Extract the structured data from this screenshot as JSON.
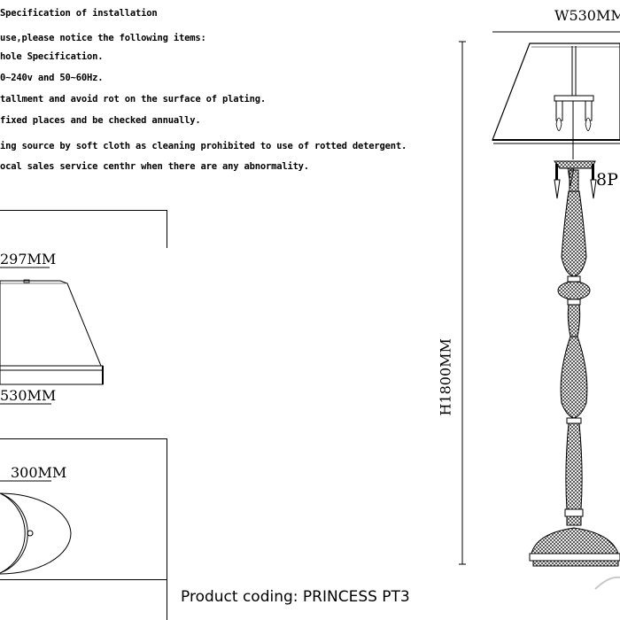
{
  "instructions": {
    "lines": [
      "Specification of installation",
      "use,please notice the following items:",
      "hole Specification.",
      "0~240v and 50~60Hz.",
      "tallment and avoid rot on the surface of plating.",
      "fixed places and be checked annually.",
      "ing source by soft cloth as cleaning prohibited to use of rotted detergent.",
      "ocal sales service centhr when there are any abnormality."
    ]
  },
  "shade_detail": {
    "top_width": "297MM",
    "bottom_width": "530MM"
  },
  "base_detail": {
    "diameter": "300MM"
  },
  "lamp": {
    "width": "W530MM",
    "height": "H1800MM",
    "pendant_count": "8P"
  },
  "product": {
    "coding": "Product coding: PRINCESS PT3"
  }
}
